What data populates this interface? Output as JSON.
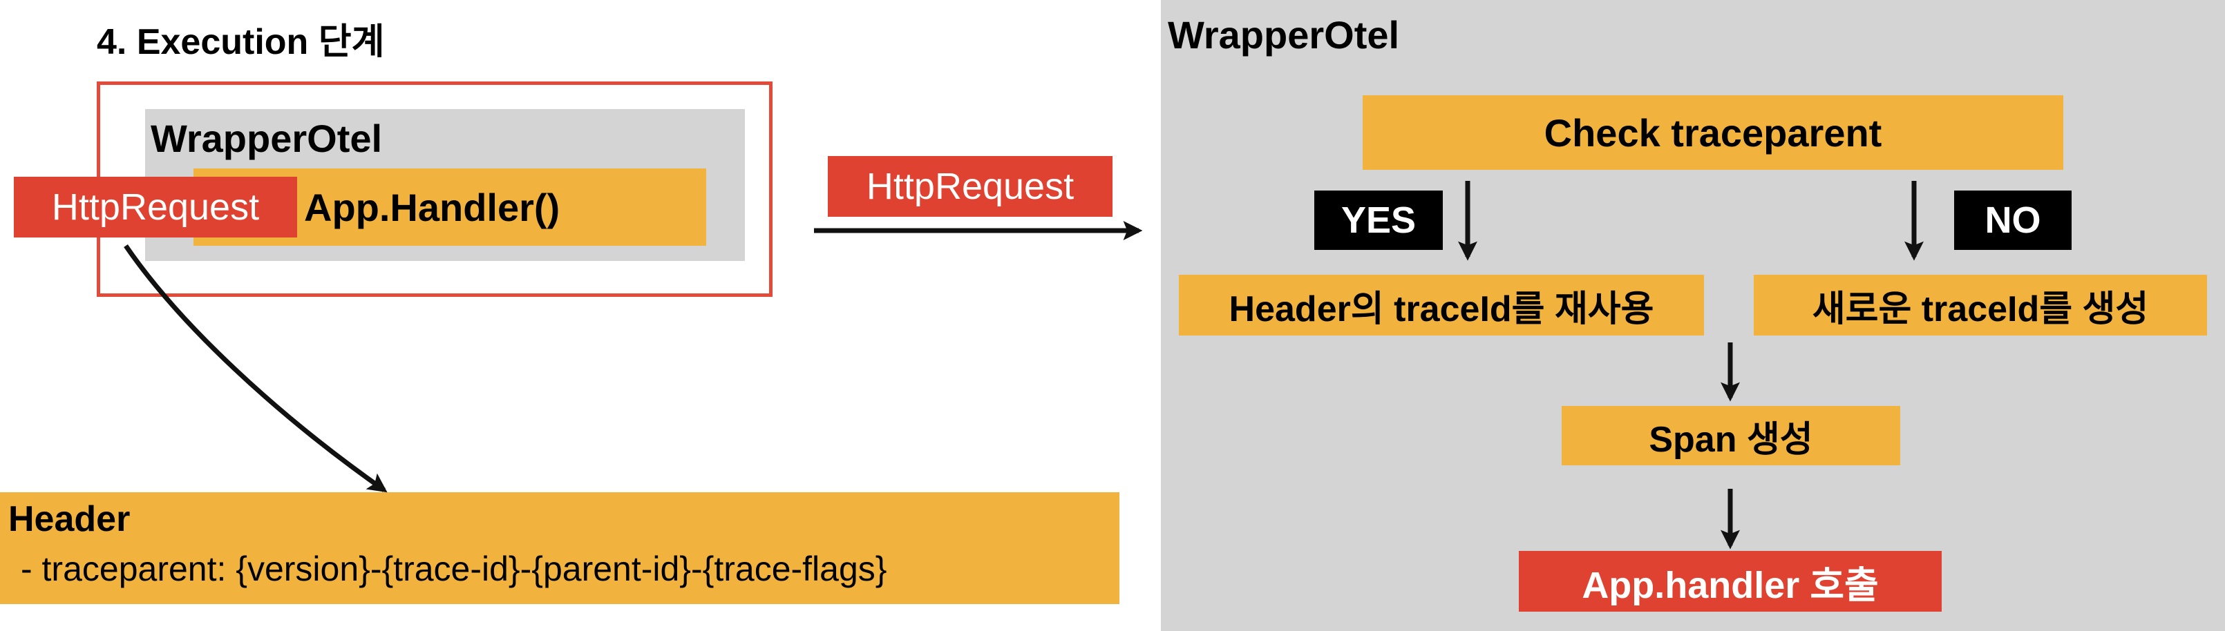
{
  "left": {
    "step_title": "4. Execution 단계",
    "wrapper_label": "WrapperOtel",
    "handler_label": "App.Handler()",
    "request_label": "HttpRequest",
    "header": {
      "title": "Header",
      "line": " - traceparent: {version}-{trace-id}-{parent-id}-{trace-flags}"
    }
  },
  "middle": {
    "request_label": "HttpRequest"
  },
  "right": {
    "title": "WrapperOtel",
    "check": "Check traceparent",
    "yes": "YES",
    "no": "NO",
    "reuse": "Header의 traceId를 재사용",
    "create": "새로운 traceId를 생성",
    "span": "Span 생성",
    "call": "App.handler 호출"
  },
  "colors": {
    "orange": "#f2b23e",
    "red": "#df4230",
    "gray": "#d4d4d4",
    "frame_red": "#e24a3a",
    "black": "#000000"
  }
}
